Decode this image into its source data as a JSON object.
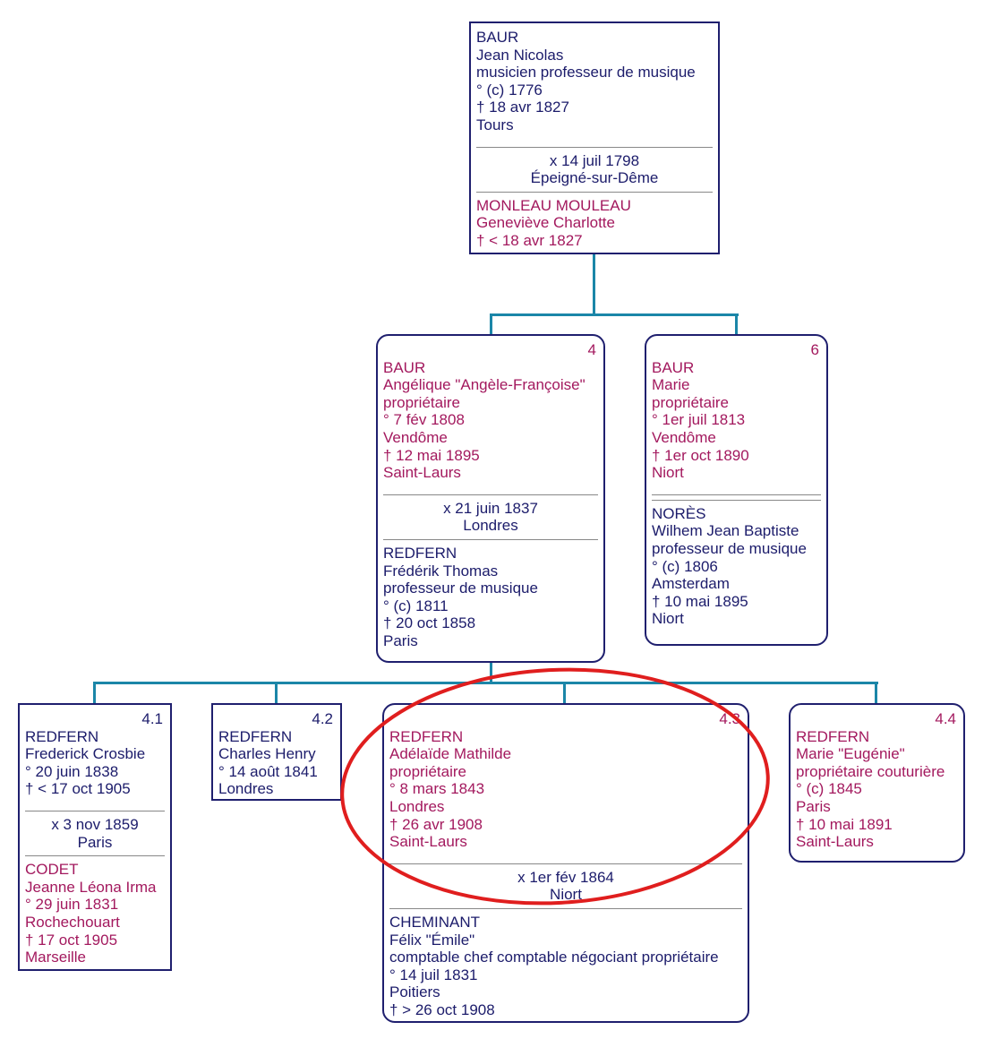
{
  "colors": {
    "male": "#1c1c6b",
    "female": "#a3195e",
    "connector": "#1b86a8",
    "highlight": "#e01e1e"
  },
  "boxes": [
    {
      "key": "root",
      "number": "",
      "gender": "m",
      "person": [
        "BAUR",
        "Jean Nicolas",
        "musicien professeur de musique",
        "° (c) 1776",
        "† 18 avr 1827",
        "Tours"
      ],
      "marriage": [
        "x 14 juil 1798",
        "Épeigné-sur-Dême"
      ],
      "spouse_gender": "f",
      "spouse": [
        "MONLEAU MOULEAU",
        "Geneviève Charlotte",
        "† < 18 avr 1827"
      ]
    },
    {
      "key": "b4",
      "number": "4",
      "gender": "f",
      "person": [
        "BAUR",
        "Angélique \"Angèle-Françoise\"",
        "propriétaire",
        "° 7 fév 1808",
        "Vendôme",
        "† 12 mai 1895",
        "Saint-Laurs"
      ],
      "marriage": [
        "x 21 juin 1837",
        "Londres"
      ],
      "spouse_gender": "m",
      "spouse": [
        "REDFERN",
        "Frédérik Thomas",
        "professeur de musique",
        "° (c) 1811",
        "† 20 oct 1858",
        "Paris"
      ]
    },
    {
      "key": "b6",
      "number": "6",
      "gender": "f",
      "person": [
        "BAUR",
        "Marie",
        "propriétaire",
        "° 1er juil 1813",
        "Vendôme",
        "† 1er oct 1890",
        "Niort"
      ],
      "marriage": [],
      "spouse_gender": "m",
      "spouse": [
        "NORÈS",
        "Wilhem Jean Baptiste",
        "professeur de musique",
        "° (c) 1806",
        "Amsterdam",
        "† 10 mai 1895",
        "Niort"
      ]
    },
    {
      "key": "b41",
      "number": "4.1",
      "gender": "m",
      "person": [
        "REDFERN",
        "Frederick Crosbie",
        "° 20 juin 1838",
        "† < 17 oct 1905"
      ],
      "marriage": [
        "x 3 nov 1859",
        "Paris"
      ],
      "spouse_gender": "f",
      "spouse": [
        "CODET",
        "Jeanne Léona Irma",
        "° 29 juin 1831",
        "Rochechouart",
        "† 17 oct 1905",
        "Marseille"
      ]
    },
    {
      "key": "b42",
      "number": "4.2",
      "gender": "m",
      "person": [
        "REDFERN",
        "Charles Henry",
        "° 14 août 1841",
        "Londres"
      ],
      "marriage": null,
      "spouse": null
    },
    {
      "key": "b43",
      "number": "4.3",
      "gender": "f",
      "person": [
        "REDFERN",
        "Adélaïde Mathilde",
        "propriétaire",
        "° 8 mars 1843",
        "Londres",
        "† 26 avr 1908",
        "Saint-Laurs"
      ],
      "marriage": [
        "x 1er fév 1864",
        "Niort"
      ],
      "spouse_gender": "m",
      "spouse": [
        "CHEMINANT",
        "Félix \"Émile\"",
        "comptable chef comptable négociant propriétaire",
        "° 14 juil 1831",
        "Poitiers",
        "† > 26 oct 1908"
      ]
    },
    {
      "key": "b44",
      "number": "4.4",
      "gender": "f",
      "person": [
        "REDFERN",
        "Marie \"Eugénie\"",
        "propriétaire couturière",
        "° (c) 1845",
        "Paris",
        "† 10 mai 1891",
        "Saint-Laurs"
      ],
      "marriage": null,
      "spouse": null
    }
  ]
}
